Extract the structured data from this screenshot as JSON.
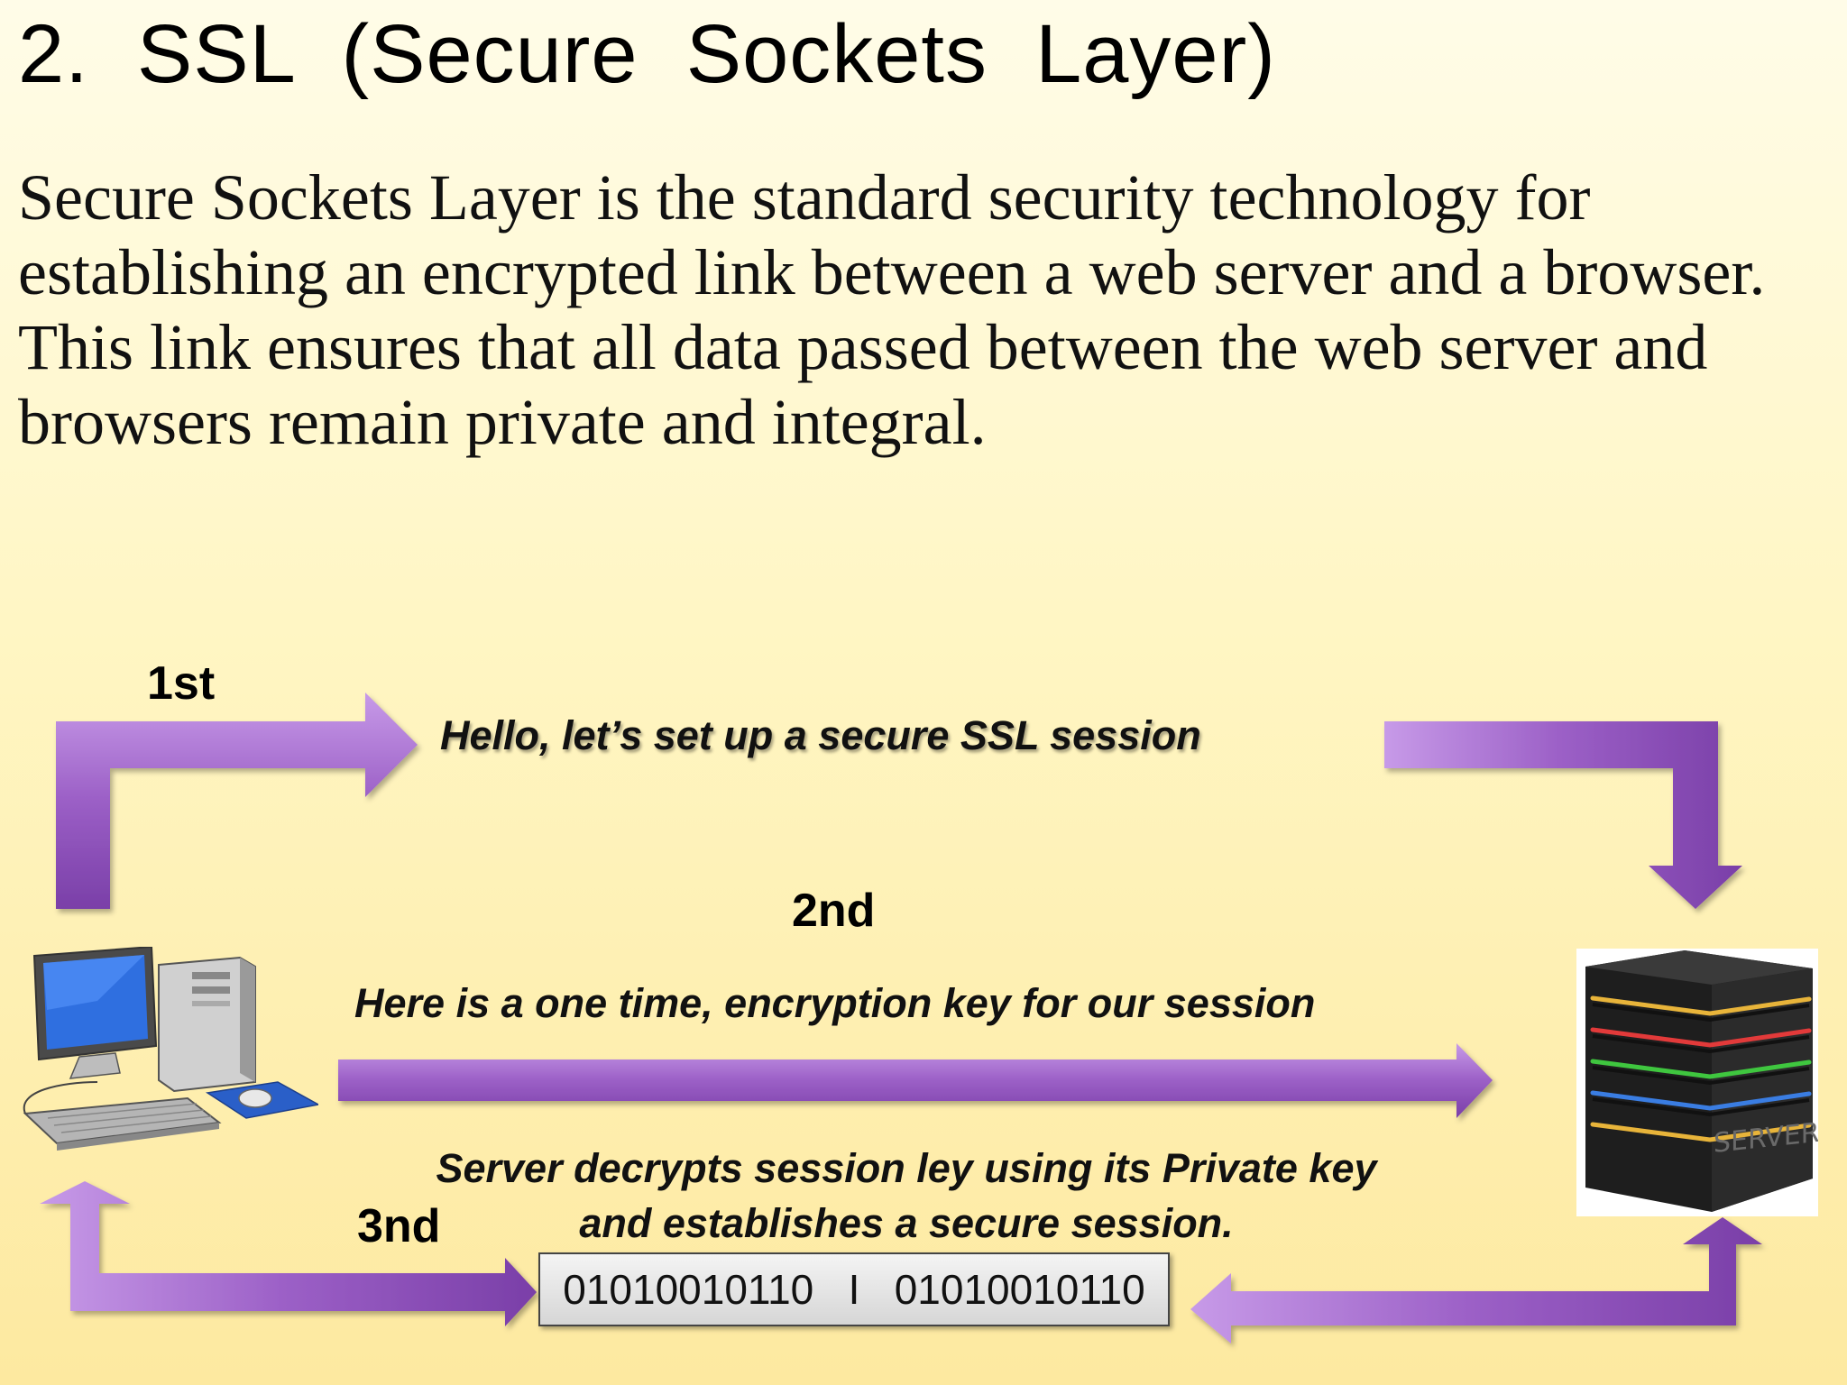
{
  "slide": {
    "title": "2.  SSL  (Secure  Sockets  Layer)",
    "paragraphs": [
      "Secure Sockets Layer is the standard security  technology for establishing an encrypted link between a web server and a browser.",
      "This link ensures that all data passed between  the web server and browsers remain private and integral."
    ]
  },
  "diagram": {
    "steps": [
      {
        "label": "1st",
        "message": "Hello, let’s set up a secure SSL  session"
      },
      {
        "label": "2nd",
        "message": "Here is a one time, encryption key for our session"
      },
      {
        "label": "3nd",
        "message_lines": [
          "Server decrypts session ley using its Private key",
          "and establishes a secure session."
        ]
      }
    ],
    "binary_stream": "01010010110   I   01010010110",
    "server_label": "SERVER",
    "icons": {
      "client": "desktop-computer-icon",
      "server": "server-tower-icon"
    },
    "colors": {
      "arrow": "#9b5fc6",
      "arrow_dark": "#7a3fa8",
      "background": "#fff6c4"
    }
  }
}
